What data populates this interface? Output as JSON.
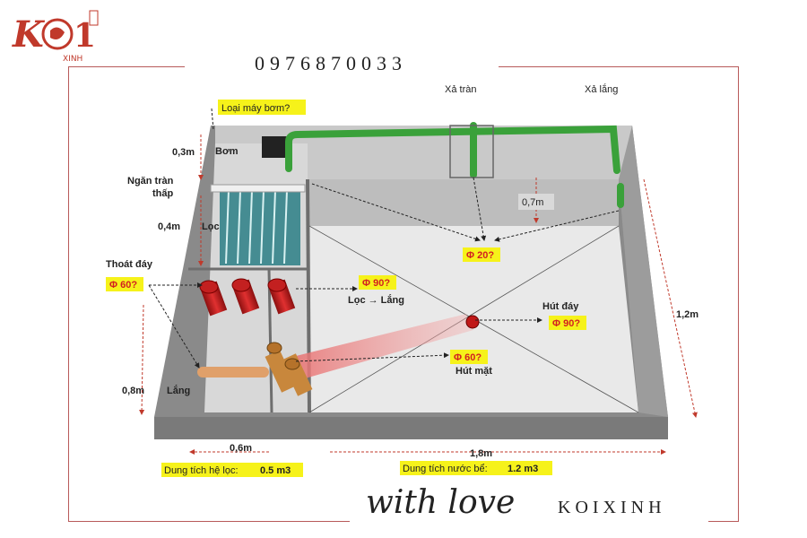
{
  "header": {
    "phone": "0976870033",
    "logo_text": "K 1",
    "logo_sub": "XINH"
  },
  "footer": {
    "tagline": "with love",
    "brand": "KOIXINH"
  },
  "diagram": {
    "title_question": "Loại máy bơm?",
    "top_label_left": "Xả tràn",
    "top_label_right": "Xả lắng",
    "labels": {
      "pump": "Bơm",
      "low_weir": "Ngăn tràn\nthấp",
      "filter": "Lọc",
      "bottom_drain_out": "Thoát đáy",
      "settle": "Lắng",
      "filter_to_settle": "Lọc → Lắng",
      "bottom_suction": "Hút đáy",
      "surface_suction": "Hút mặt"
    },
    "pipe_sizes": {
      "phi20": "Φ 20?",
      "phi60_drain": "Φ 60?",
      "phi90_filter": "Φ 90?",
      "phi90_bottom": "Φ 90?",
      "phi60_surface": "Φ 60?"
    },
    "dimensions": {
      "d03": "0,3m",
      "d04": "0,4m",
      "d08": "0,8m",
      "d07": "0,7m",
      "d12": "1,2m",
      "d06": "0,6m",
      "d18": "1,8m"
    },
    "captions": {
      "filter_volume_label": "Dung tích hệ lọc:",
      "filter_volume_value": "0.5 m3",
      "pond_volume_label": "Dung tích nước bể:",
      "pond_volume_value": "1.2 m3"
    }
  }
}
